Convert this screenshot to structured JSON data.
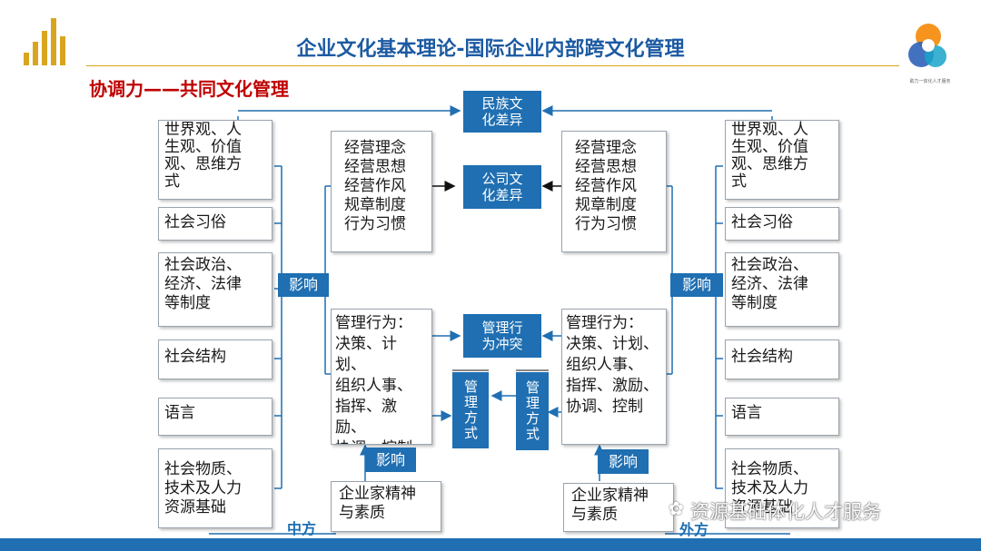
{
  "header": {
    "title": "企业文化基本理论-国际企业内部跨文化管理",
    "subtitle": "协调力——共同文化管理",
    "logo_caption": "助力一体化人才服务"
  },
  "colors": {
    "accent": "#1f6fb2",
    "title": "#1c5aa2",
    "subtitle": "#c00000",
    "bars": "#d9a520"
  },
  "left_column": [
    "世界观、人\n生观、价值\n观、思维方\n式",
    "社会习俗",
    "社会政治、\n经济、法律\n等制度",
    "社会结构",
    "语言",
    "社会物质、\n技术及人力\n资源基础"
  ],
  "right_column": [
    "世界观、人\n生观、价值\n观、思维方\n式",
    "社会习俗",
    "社会政治、\n经济、法律\n等制度",
    "社会结构",
    "语言",
    "社会物质、\n技术及人力\n资源基础"
  ],
  "left_inner": {
    "philosophy": "经营理念\n经营思想\n经营作风\n规章制度\n行为习惯",
    "management": "管理行为：\n决策、计划、\n组织人事、\n指挥、激励、\n协调、控制",
    "entrepreneur": "企业家精神\n与素质"
  },
  "right_inner": {
    "philosophy": "经营理念\n经营思想\n经营作风\n规章制度\n行为习惯",
    "management": "管理行为：\n决策、计划、\n组织人事、\n指挥、激励、\n协调、控制",
    "entrepreneur": "企业家精神\n与素质"
  },
  "center": {
    "national_diff": "民族文\n化差异",
    "company_diff": "公司文\n化差异",
    "mgmt_conflict": "管理行\n为冲突",
    "mgmt_style_left": "管理方式",
    "mgmt_style_right": "管理方式"
  },
  "labels": {
    "influence": "影响",
    "chinese_side": "中方",
    "foreign_side": "外方"
  },
  "watermark": "资源基础体化人才服务"
}
